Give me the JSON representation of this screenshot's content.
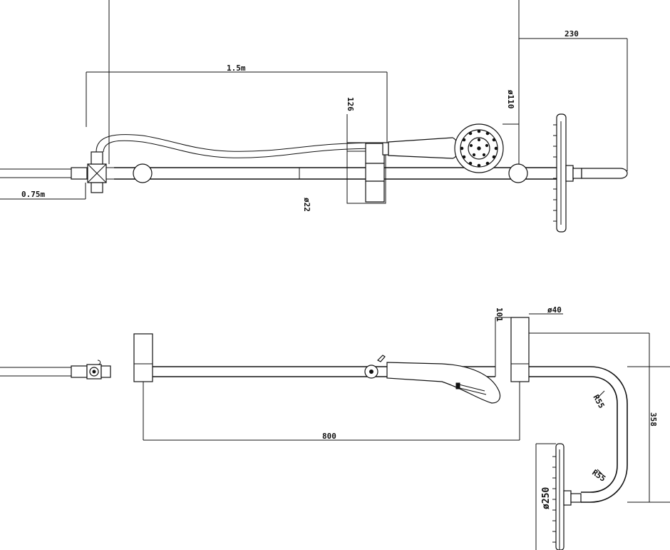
{
  "colors": {
    "line": "#111111",
    "background": "#ffffff"
  },
  "front_view": {
    "dim_hose_length": "1.5m",
    "dim_inlet_length": "0.75m",
    "dim_rail_diameter": "ø22",
    "dim_slider_height": "126",
    "dim_handset_diameter": "ø110",
    "dim_arm_projection": "230"
  },
  "side_view": {
    "dim_rail_length": "800",
    "dim_bracket_height": "101",
    "dim_bracket_diameter": "ø40",
    "dim_bend_radius_upper": "R55",
    "dim_bend_radius_lower": "R55",
    "dim_drop_height": "358",
    "dim_head_diameter": "ø250"
  }
}
